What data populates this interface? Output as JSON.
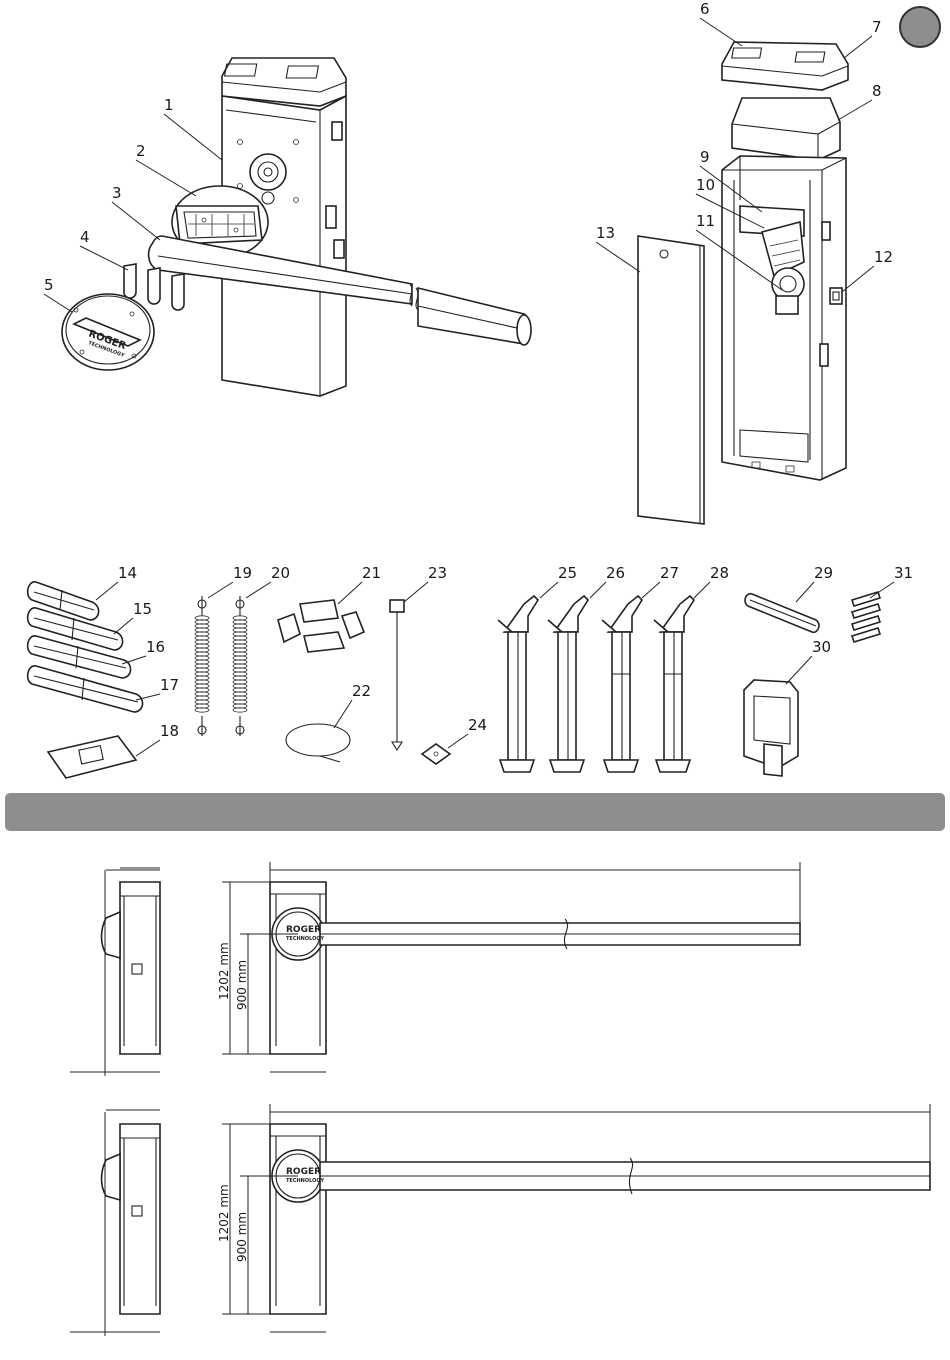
{
  "callouts": [
    "1",
    "2",
    "3",
    "4",
    "5",
    "6",
    "7",
    "8",
    "9",
    "10",
    "11",
    "12",
    "13",
    "14",
    "15",
    "16",
    "17",
    "18",
    "19",
    "20",
    "21",
    "22",
    "23",
    "24",
    "25",
    "26",
    "27",
    "28",
    "29",
    "30",
    "31"
  ],
  "logo": {
    "brand": "ROGER",
    "sub": "TECHNOLOGY"
  },
  "dimensions": {
    "top": {
      "height_total": "1202 mm",
      "height_axis": "900 mm"
    },
    "bottom": {
      "height_total": "1202 mm",
      "height_axis": "900 mm"
    }
  },
  "colors": {
    "band": "#8e8e8e",
    "badge": "#8e8e8e",
    "line": "#222222"
  }
}
